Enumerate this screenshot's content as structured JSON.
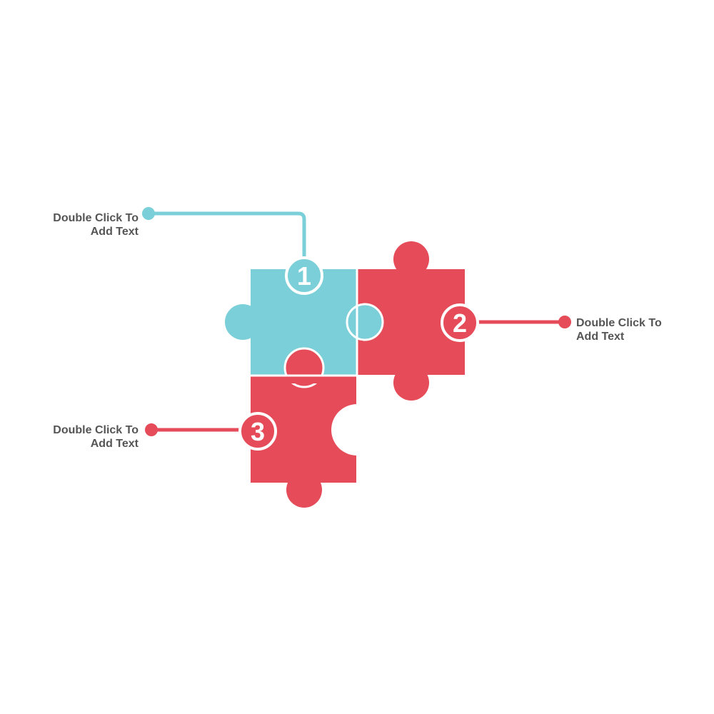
{
  "colors": {
    "teal": "#7ACFD8",
    "red": "#E54B58",
    "text": "#555555",
    "background": "#FFFFFF"
  },
  "pieces": [
    {
      "number": "1",
      "color": "teal"
    },
    {
      "number": "2",
      "color": "red"
    },
    {
      "number": "3",
      "color": "red"
    }
  ],
  "callouts": [
    {
      "line1": "Double Click To",
      "line2": "Add Text"
    },
    {
      "line1": "Double Click To",
      "line2": "Add Text"
    },
    {
      "line1": "Double Click To",
      "line2": "Add Text"
    }
  ]
}
